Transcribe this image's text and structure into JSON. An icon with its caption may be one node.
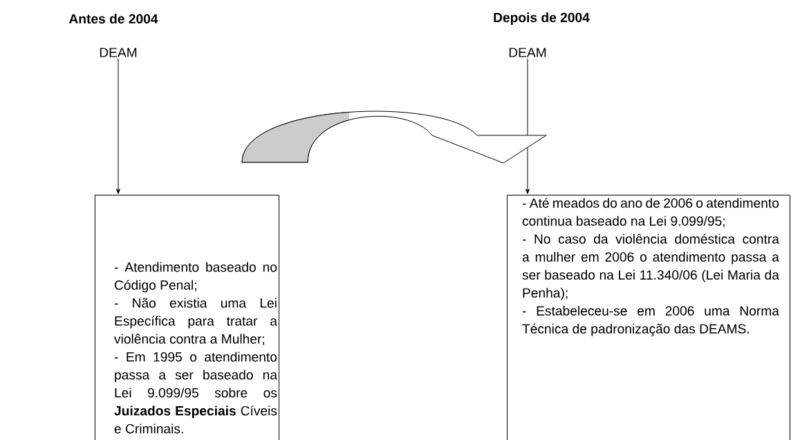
{
  "diagram": {
    "nodes": [
      {
        "text": [
          "DEAM"
        ]
      },
      {
        "text": [
          "- Atendimento baseado no Código Penal;",
          "- Não existia uma Lei Específica para tratar a violência contra a Mulher;",
          "- Em 1995 o atendimento passa a ser baseado na Lei 9.099/95 sobre os **Juizados Especiais** Cíveis e Criminais."
        ]
      },
      {
        "text": [
          "DEAM"
        ]
      },
      {
        "text": [
          "- Até meados do ano de 2006 o atendimento continua baseado na Lei 9.099/95;",
          "- No caso da violência doméstica contra a mulher em 2006 o atendimento passa a ser baseado na Lei 11.340/06 (Lei Maria da Penha);",
          "- Estabeleceu-se em 2006 uma Norma Técnica de padronização das DEAMS."
        ]
      }
    ],
    "edges": [
      {
        "from": 0,
        "to": 1,
        "arrow": "to"
      },
      {
        "from": 2,
        "to": 3,
        "arrow": "to"
      },
      {
        "from": 0,
        "to": 2,
        "arrow": "to",
        "style": "thick"
      }
    ],
    "labels": [
      "Antes de 2004",
      "Depois de 2004"
    ]
  }
}
